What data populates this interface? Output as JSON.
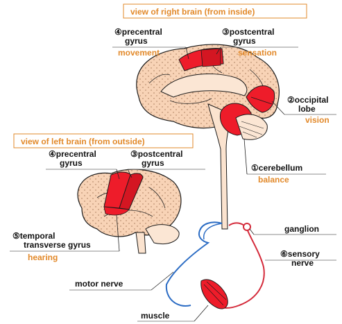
{
  "titles": {
    "right_view": "view of right brain (from inside)",
    "left_view": "view of left brain (from outside)"
  },
  "right_brain_labels": {
    "precentral": {
      "num": "④",
      "line1": "precentral",
      "line2": "gyrus",
      "function": "movement"
    },
    "postcentral": {
      "num": "③",
      "line1": "postcentral",
      "line2": "gyrus",
      "function": "sensation"
    },
    "occipital": {
      "num": "②",
      "line1": "occipital",
      "line2": "lobe",
      "function": "vision"
    },
    "cerebellum": {
      "num": "①",
      "line1": "cerebellum",
      "function": "balance"
    }
  },
  "left_brain_labels": {
    "precentral": {
      "num": "④",
      "line1": "precentral",
      "line2": "gyrus"
    },
    "postcentral": {
      "num": "③",
      "line1": "postcentral",
      "line2": "gyrus"
    },
    "temporal": {
      "num": "⑤",
      "line1": "temporal",
      "line2": "transverse gyrus",
      "function": "hearing"
    }
  },
  "nerve_labels": {
    "ganglion": "ganglion",
    "sensory_num": "⑥",
    "sensory_line1": "sensory",
    "sensory_line2": "nerve",
    "motor": "motor nerve",
    "muscle": "muscle"
  },
  "colors": {
    "brain_fill": "#f8d3b6",
    "brain_outline": "#1a1a1a",
    "highlight": "#ee1c2a",
    "title_accent": "#e2892a",
    "motor_nerve": "#2b6cc4",
    "sensory_nerve": "#d42a3a",
    "muscle": "#ee1c2a",
    "spinal_cord": "#fbe3cf"
  }
}
